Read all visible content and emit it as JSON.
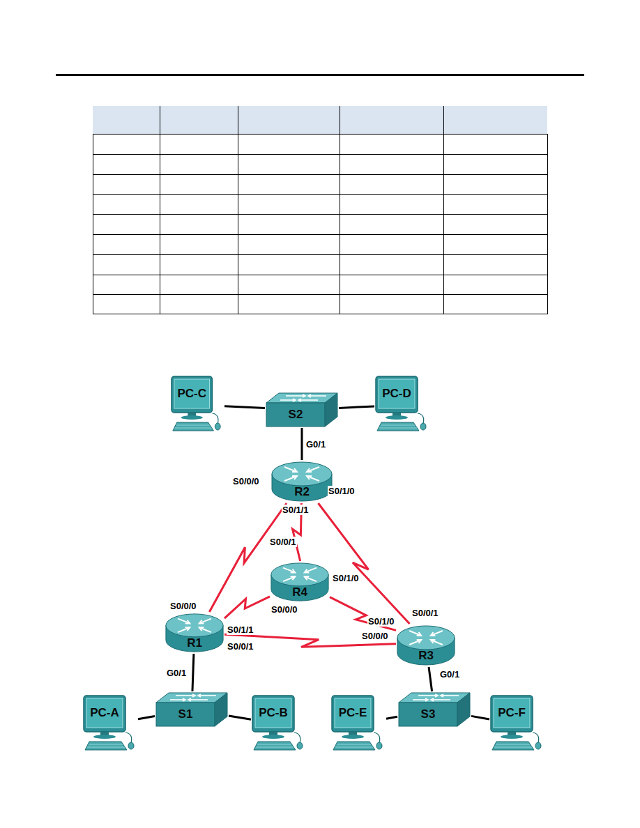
{
  "diagram": {
    "nodes": [
      {
        "text": [
          "PC-C"
        ]
      },
      {
        "text": [
          "S2"
        ]
      },
      {
        "text": [
          "PC-D"
        ]
      },
      {
        "text": [
          "R2"
        ]
      },
      {
        "text": [
          "R4"
        ]
      },
      {
        "text": [
          "R1"
        ]
      },
      {
        "text": [
          "R3"
        ]
      },
      {
        "text": [
          "PC-A"
        ]
      },
      {
        "text": [
          "S1"
        ]
      },
      {
        "text": [
          "PC-B"
        ]
      },
      {
        "text": [
          "PC-E"
        ]
      },
      {
        "text": [
          "S3"
        ]
      },
      {
        "text": [
          "PC-F"
        ]
      }
    ],
    "edges": [
      {
        "from": 0,
        "to": 1,
        "arrow": "none"
      },
      {
        "from": 1,
        "to": 2,
        "arrow": "none"
      },
      {
        "from": 1,
        "to": 3,
        "arrow": "none"
      },
      {
        "from": 3,
        "to": 5,
        "arrow": "none"
      },
      {
        "from": 3,
        "to": 4,
        "arrow": "none"
      },
      {
        "from": 3,
        "to": 6,
        "arrow": "none"
      },
      {
        "from": 4,
        "to": 5,
        "arrow": "none"
      },
      {
        "from": 4,
        "to": 6,
        "arrow": "none"
      },
      {
        "from": 5,
        "to": 6,
        "arrow": "none"
      },
      {
        "from": 5,
        "to": 8,
        "arrow": "none"
      },
      {
        "from": 8,
        "to": 7,
        "arrow": "none"
      },
      {
        "from": 8,
        "to": 9,
        "arrow": "none"
      },
      {
        "from": 6,
        "to": 11,
        "arrow": "none"
      },
      {
        "from": 11,
        "to": 10,
        "arrow": "none"
      },
      {
        "from": 11,
        "to": 12,
        "arrow": "none"
      }
    ],
    "labels": [
      "G0/1",
      "S0/0/0",
      "S0/1/0",
      "S0/1/1",
      "S0/0/1",
      "S0/1/0",
      "S0/0/0",
      "S0/0/0",
      "S0/1/1",
      "S0/0/1",
      "S0/1/0",
      "S0/0/1",
      "S0/0/0",
      "G0/1",
      "G0/1"
    ]
  }
}
